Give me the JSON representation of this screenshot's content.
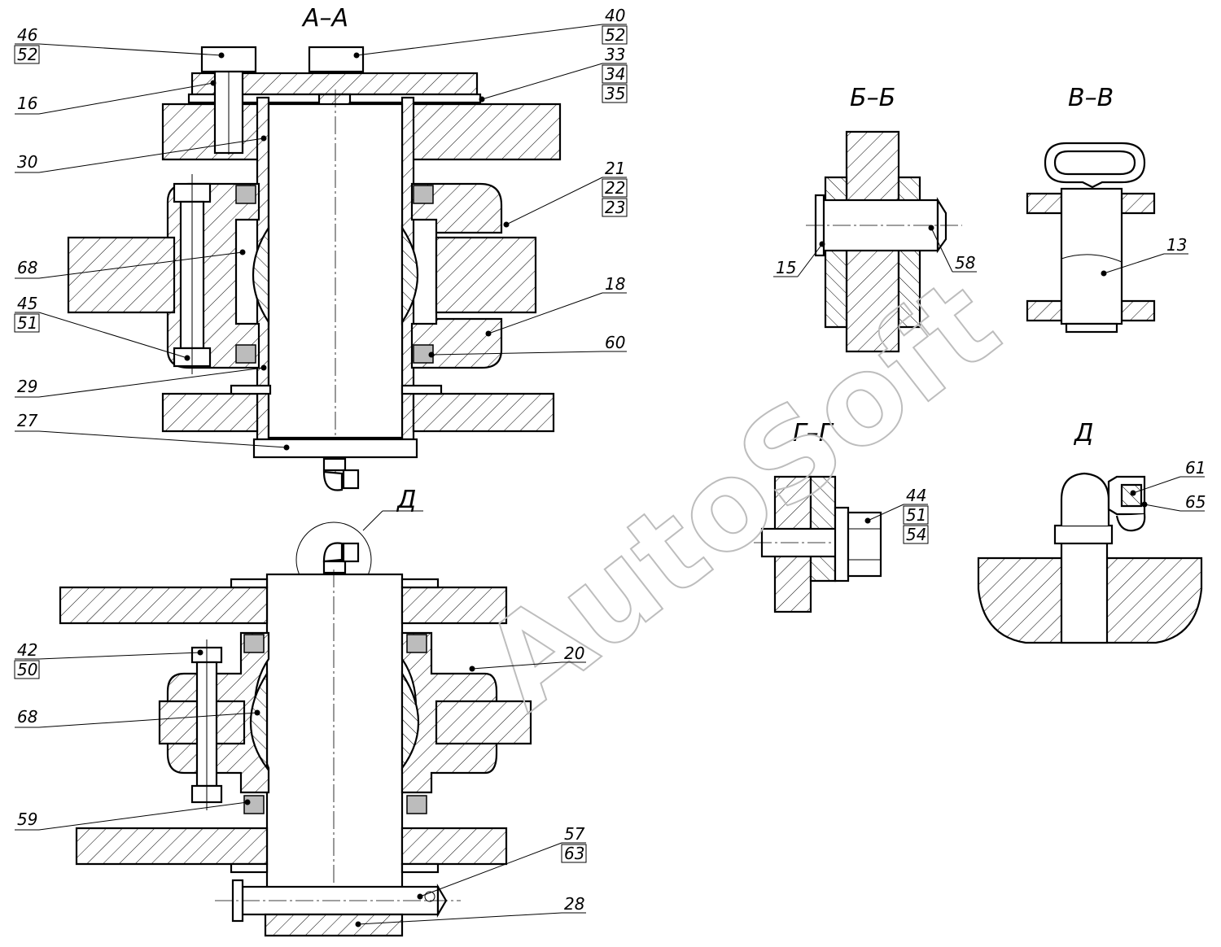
{
  "views": {
    "section_aa": "А–А",
    "section_bb": "Б–Б",
    "section_vv": "В–В",
    "section_gg": "Г–Г",
    "detail_d": "Д",
    "detail_d_callout": "Д"
  },
  "watermark": "AutoSoft",
  "callouts": {
    "p46": "46",
    "p52a": "52",
    "p40": "40",
    "p52b": "52",
    "p33": "33",
    "p34": "34",
    "p35": "35",
    "p16": "16",
    "p30": "30",
    "p21": "21",
    "p22": "22",
    "p23": "23",
    "p68a": "68",
    "p45": "45",
    "p51a": "51",
    "p18": "18",
    "p60": "60",
    "p29": "29",
    "p27": "27",
    "p42": "42",
    "p50": "50",
    "p20": "20",
    "p68b": "68",
    "p59": "59",
    "p57": "57",
    "p63": "63",
    "p28": "28",
    "p15": "15",
    "p58": "58",
    "p13": "13",
    "p44": "44",
    "p51b": "51",
    "p54": "54",
    "p61": "61",
    "p65": "65"
  }
}
